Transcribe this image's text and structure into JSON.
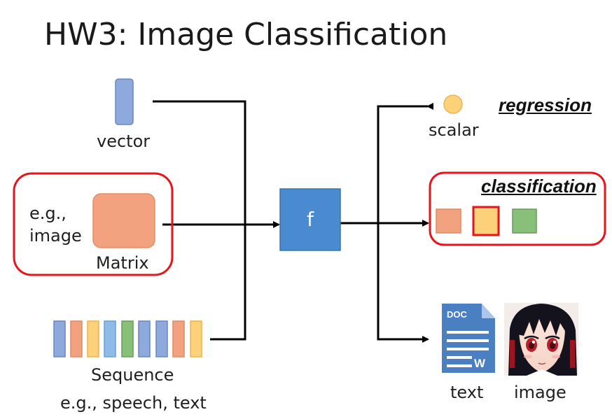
{
  "title": "HW3: Image Classification",
  "inputs": {
    "vector_label": "vector",
    "image_prefix": "e.g.,\nimage",
    "matrix_label": "Matrix",
    "sequence_label": "Sequence",
    "sequence_examples": "e.g., speech, text"
  },
  "function_label": "f",
  "outputs": {
    "scalar_label": "scalar",
    "regression_label": "regression",
    "classification_label": "classification",
    "text_label": "text",
    "image_label": "image",
    "doc_badge": "DOC",
    "doc_letter": "W"
  },
  "colors": {
    "highlight_red": "#e8141c",
    "function_box": "#4a8ad0",
    "vector_blue": "#8ea9dc",
    "matrix_orange": "#f2a27e",
    "scalar_yellow": "#fcd17a",
    "class_green": "#88c07a",
    "doc_blue": "#4a7fc1"
  }
}
